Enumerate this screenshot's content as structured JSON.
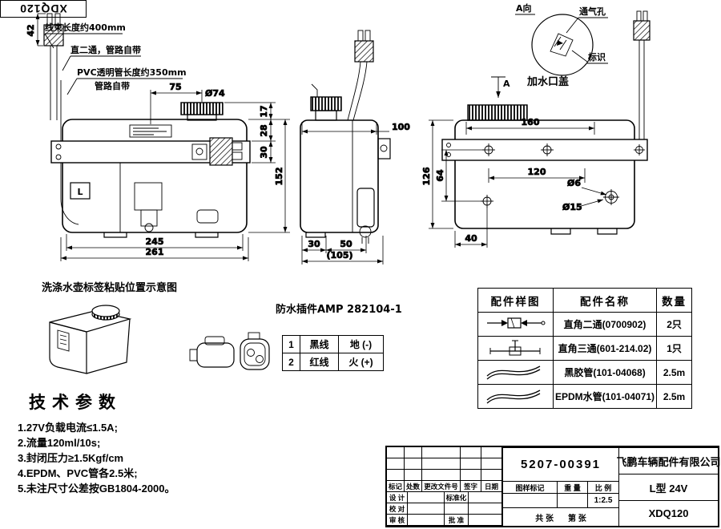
{
  "page": {
    "code_stamp": "XDQ120"
  },
  "annotations": {
    "harness_length": "线束长度约400mm",
    "straight_fitting": "直二通，管路自带",
    "pvc_tube_line1": "PVC透明管长度约350mm",
    "pvc_tube_line2": "管路自带",
    "vent_hole": "通气孔",
    "marking": "标识",
    "view_a": "A向",
    "arrow_a": "A",
    "filler_cap": "加水口盖",
    "tank_letter": "L",
    "iso_caption": "洗涤水壶标签粘贴位置示意图",
    "connector_title": "防水插件AMP 282104-1"
  },
  "dims": {
    "front": {
      "d42": "42",
      "d75": "75",
      "d74": "Ø74",
      "d17": "17",
      "d28": "28",
      "d30": "30",
      "d152": "152",
      "d245": "245",
      "d261": "261"
    },
    "side": {
      "d100": "100",
      "d30": "30",
      "d50": "50",
      "d105": "(105)"
    },
    "rear": {
      "d160": "160",
      "d120": "120",
      "d64": "64",
      "d126": "126",
      "d6": "Ø6",
      "d15": "Ø15",
      "d40": "40"
    }
  },
  "wire_table": {
    "rows": [
      {
        "no": "1",
        "color": "黑线",
        "func": "地 (-)"
      },
      {
        "no": "2",
        "color": "红线",
        "func": "火 (+)"
      }
    ]
  },
  "tech": {
    "title": "技术参数",
    "items": [
      "1.27V负载电流≤1.5A;",
      "2.流量120ml/10s;",
      "3.封闭压力≥1.5Kgf/cm",
      "4.EPDM、PVC管各2.5米;",
      "5.未注尺寸公差按GB1804-2000。"
    ]
  },
  "parts_table": {
    "headers": [
      "配件样图",
      "配件名称",
      "数量"
    ],
    "rows": [
      {
        "name": "直角二通(0700902)",
        "qty": "2只"
      },
      {
        "name": "直角三通(601-214.02)",
        "qty": "1只"
      },
      {
        "name": "黑胶管(101-04068)",
        "qty": "2.5m"
      },
      {
        "name": "EPDM水管(101-04071)",
        "qty": "2.5m"
      }
    ]
  },
  "title_block": {
    "part_number": "5207-00391",
    "company": "飞鹏车辆配件有限公司",
    "model": "L型 24V",
    "code": "XDQ120",
    "scale": "1:2.5",
    "labels": {
      "mark": "标记",
      "count": "处数",
      "change_doc": "更改文件号",
      "sign": "签字",
      "date": "日期",
      "design": "设 计",
      "standardize": "标准化",
      "check": "校 对",
      "review": "审 核",
      "approve": "批 准",
      "drawing_mark": "图样标记",
      "weight": "重 量",
      "scale_label": "比 例",
      "sheets": "共  张",
      "sheet_no": "第  张"
    }
  }
}
